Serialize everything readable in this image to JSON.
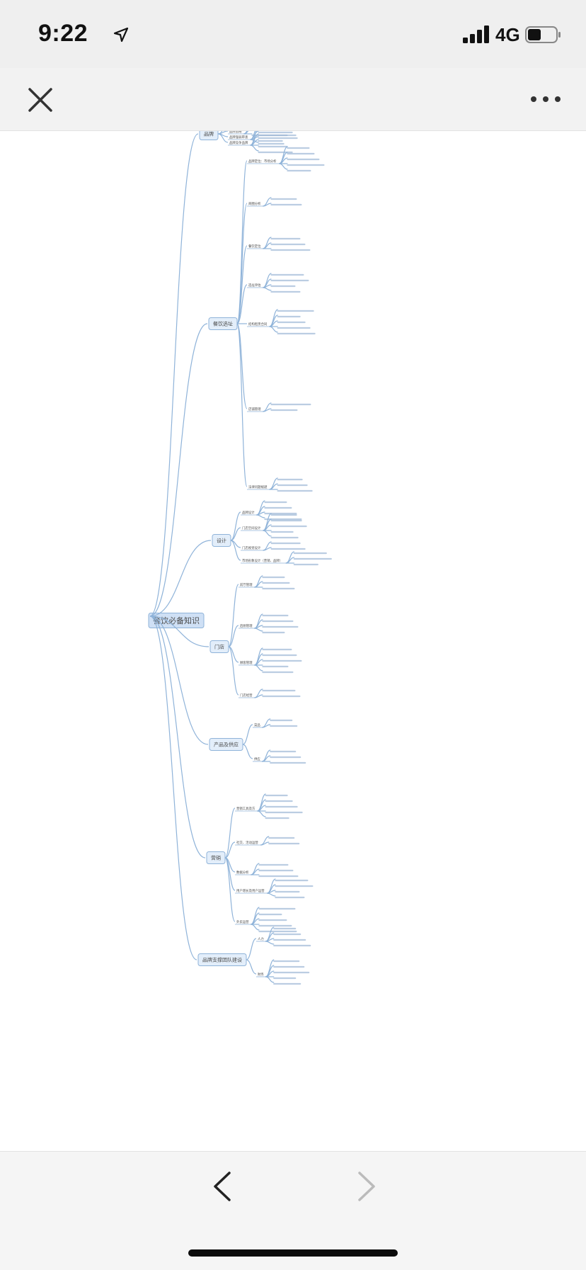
{
  "status_bar": {
    "time": "9:22",
    "network": "4G",
    "icons": [
      "location-arrow-icon",
      "signal-bars-icon",
      "battery-icon"
    ]
  },
  "nav_bar": {
    "icons": [
      "close-icon",
      "more-icon"
    ]
  },
  "bottom_bar": {
    "icons": [
      "chevron-left-icon",
      "chevron-right-icon"
    ]
  },
  "colors": {
    "branch": "#8fb3d9",
    "node_fill": "#e3eefa",
    "node_border": "#8fb3d9",
    "root_fill": "#cfe0f5",
    "text": "#4a4a4a"
  },
  "mindmap": {
    "root": "餐饮必备知识",
    "branches": [
      {
        "label": "品牌",
        "leaves": [
          "品牌创业模式",
          "品牌战略",
          "品牌强弱审查",
          "品牌竞争品牌"
        ]
      },
      {
        "label": "餐饮选址",
        "leaves": [
          "品牌定位：市场分析",
          "商圈分析",
          "餐饮定位",
          "选址评估",
          "结构租赁合同",
          "店铺管理",
          "法律问题规避"
        ]
      },
      {
        "label": "设计",
        "leaves": [
          "品牌设计",
          "门店空间设计",
          "门店视觉设计",
          "市场形象设计（营销、品牌）"
        ]
      },
      {
        "label": "门店",
        "leaves": [
          "前厅管理",
          "后厨管理",
          "顾客管理",
          "门店经营"
        ]
      },
      {
        "label": "产品及供应",
        "leaves": [
          "菜品",
          "供应"
        ]
      },
      {
        "label": "营销",
        "leaves": [
          "营销工具及方",
          "社交、活动运营",
          "数据分析",
          "用户增长及用户运营",
          "外卖运营"
        ]
      },
      {
        "label": "品牌支撑团队建设",
        "leaves": [
          "人力",
          "财务"
        ]
      }
    ]
  }
}
